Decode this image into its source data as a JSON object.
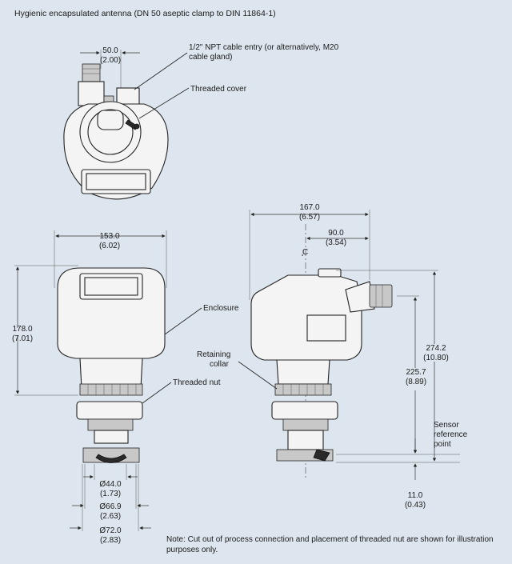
{
  "title": "Hygienic encapsulated antenna (DN 50 aseptic clamp to DIN 11864-1)",
  "labels": {
    "cable_entry_1": "1/2\" NPT cable entry (or alternatively, M20",
    "cable_entry_2": "cable gland)",
    "threaded_cover": "Threaded cover",
    "enclosure": "Enclosure",
    "retaining_1": "Retaining",
    "retaining_2": "collar",
    "threaded_nut": "Threaded nut",
    "centerline": "̧C",
    "sensor_1": "Sensor",
    "sensor_2": "reference",
    "sensor_3": "point"
  },
  "dimensions": {
    "top_width": "50.0",
    "top_width_in": "(2.00)",
    "front_width": "153.0",
    "front_width_in": "(6.02)",
    "front_height": "178.0",
    "front_height_in": "(7.01)",
    "side_width": "167.0",
    "side_width_in": "(6.57)",
    "side_offset": "90.0",
    "side_offset_in": "(3.54)",
    "total_height": "274.2",
    "total_height_in": "(10.80)",
    "ref_height": "225.7",
    "ref_height_in": "(8.89)",
    "bottom": "11.0",
    "bottom_in": "(0.43)",
    "dia_44": "Ø44.0",
    "dia_44_in": "(1.73)",
    "dia_66": "Ø66.9",
    "dia_66_in": "(2.63)",
    "dia_72": "Ø72.0",
    "dia_72_in": "(2.83)"
  },
  "note_1": "Note: Cut out of process connection and placement of threaded nut are shown for illustration",
  "note_2": "purposes only."
}
